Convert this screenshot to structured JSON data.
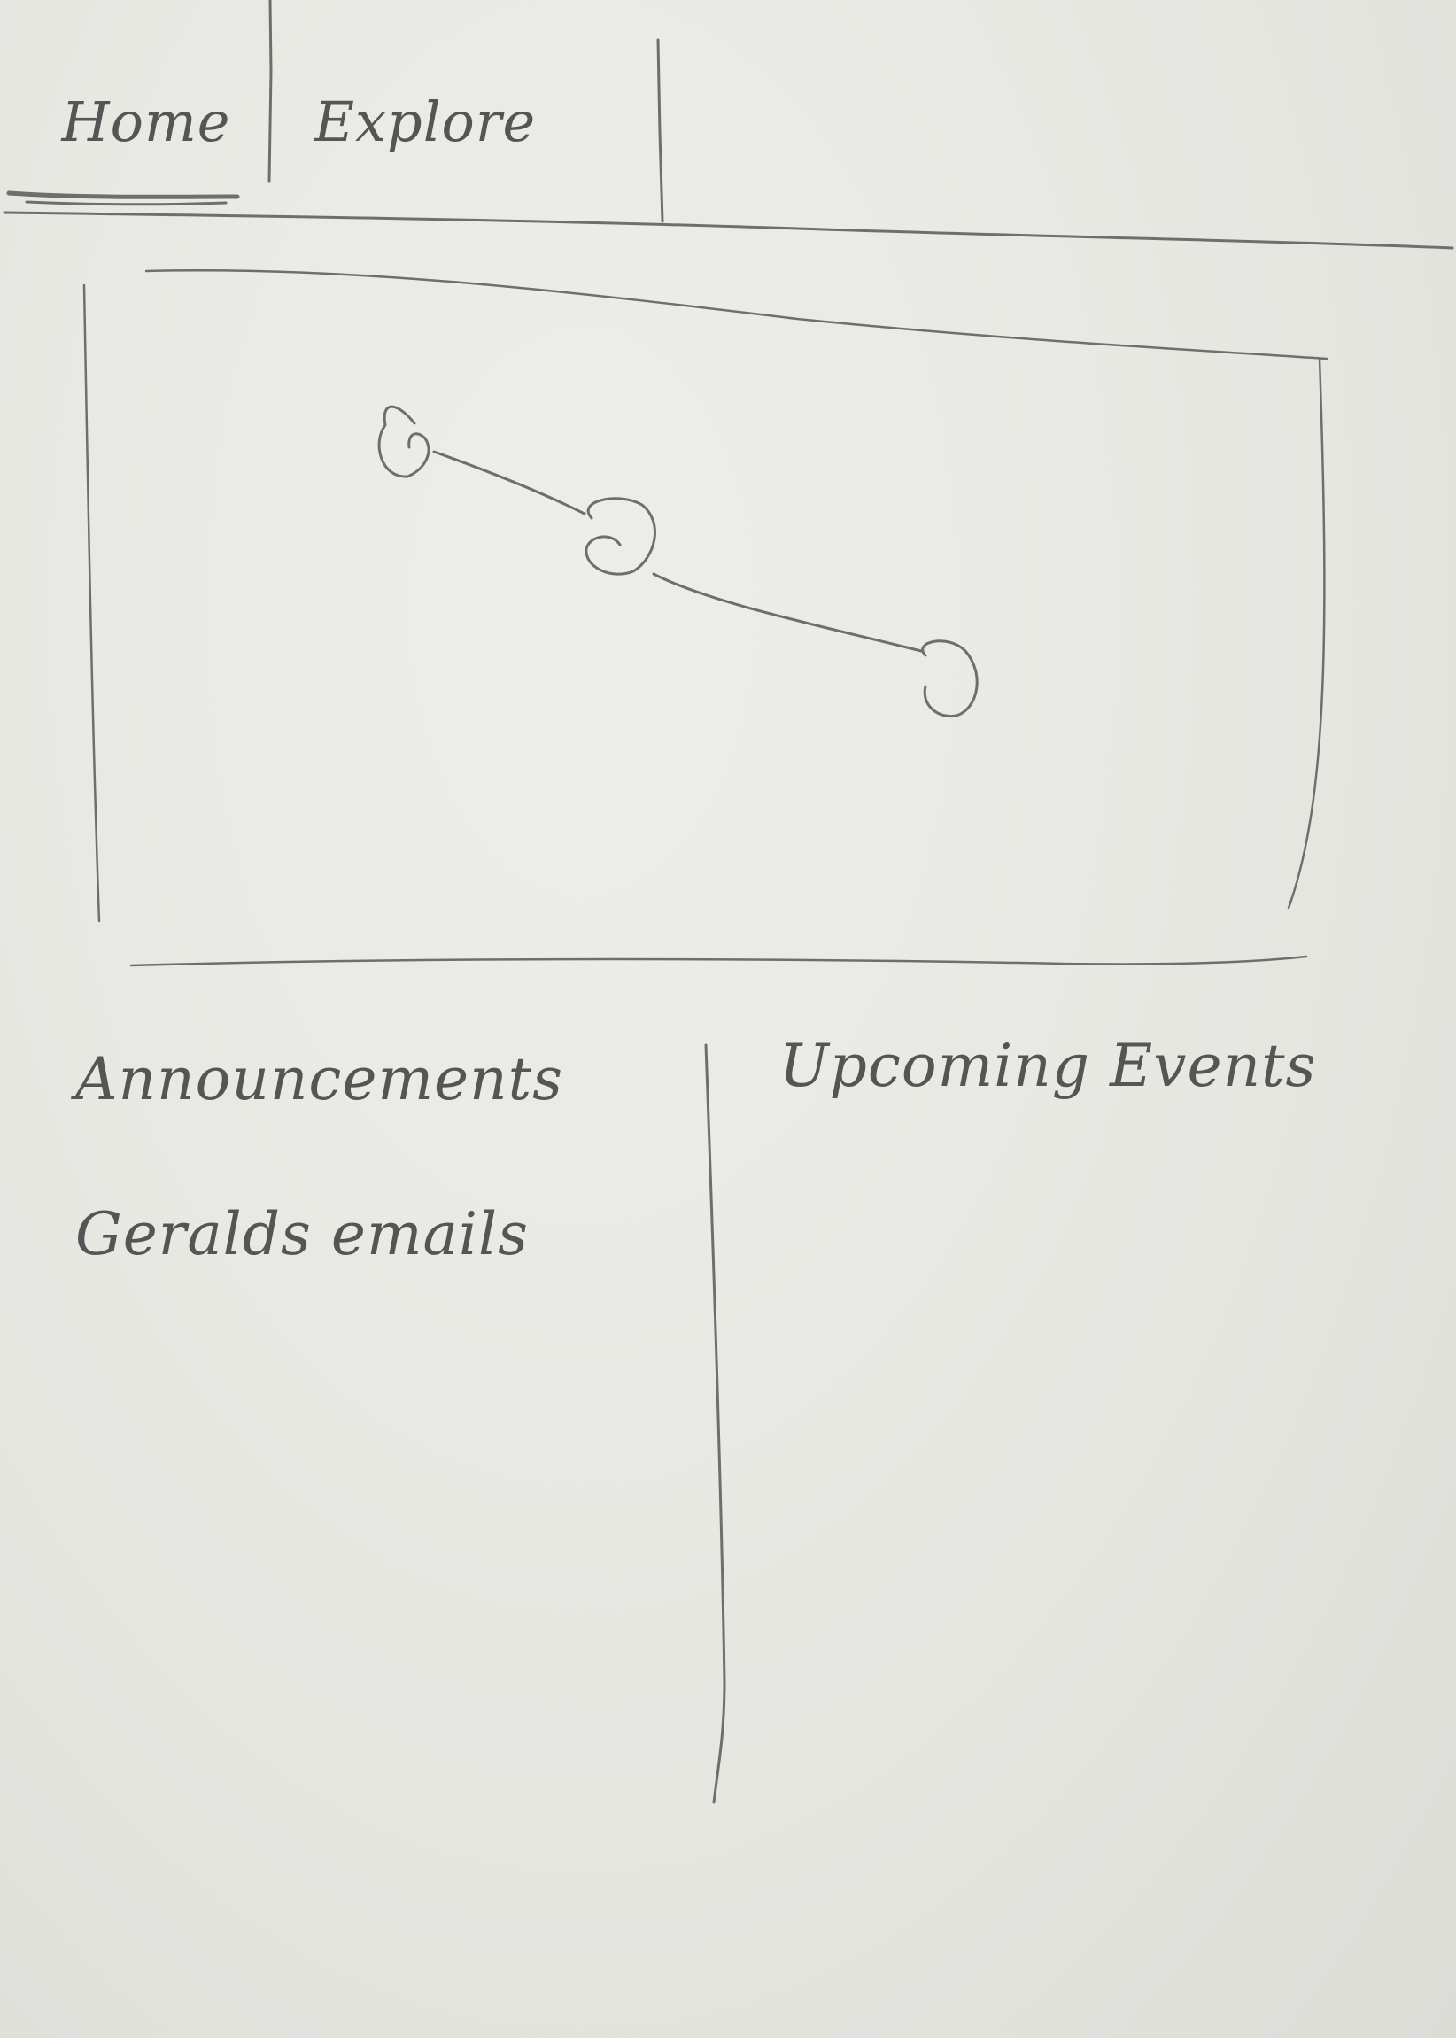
{
  "nav": {
    "tabs": [
      {
        "label": "Home",
        "active": true
      },
      {
        "label": "Explore",
        "active": false
      },
      {
        "label": "",
        "active": false
      }
    ]
  },
  "announcements": {
    "heading": "Announcements",
    "items": [
      "Geralds emails"
    ]
  },
  "events": {
    "heading": "Upcoming Events"
  }
}
